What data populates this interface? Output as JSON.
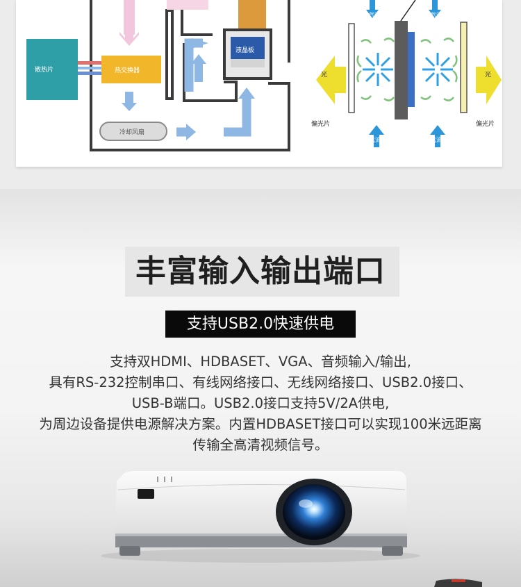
{
  "diagram_left": {
    "heatsink_label": "散热片",
    "heat_exchanger_label": "热交换器",
    "lcd_panel_label": "液晶板",
    "cooling_fan_label": "冷却风扇"
  },
  "diagram_right": {
    "light_left": "光",
    "light_right": "光",
    "polarizer_left": "偏光片",
    "polarizer_right": "偏光片",
    "airflow_labels": [
      "气流",
      "气流",
      "气流",
      "气流"
    ]
  },
  "section": {
    "title": "丰富输入输出端口",
    "badge": "支持USB2.0快速供电",
    "description_lines": [
      "支持双HDMI、HDBASET、VGA、音频输入/输出,",
      "具有RS-232控制串口、有线网络接口、无线网络接口、USB2.0接口、",
      "USB-B端口。USB2.0接口支持5V/2A供电,",
      "为周边设备提供电源解决方案。内置HDBASET接口可以实现100米远距离",
      "传输全高清视频信号。"
    ]
  },
  "colors": {
    "heatsink": "#2e9fa7",
    "heat_exchanger": "#f2b62b",
    "air_arrow_blue": "#8fb7e3",
    "pink_arrow": "#f2c6dc",
    "orange_duct": "#dc9a3c",
    "light_arrow_yellow": "#eedf2e",
    "airflow_blue": "#2c96d9",
    "badge_bg": "#0a0a0a"
  }
}
